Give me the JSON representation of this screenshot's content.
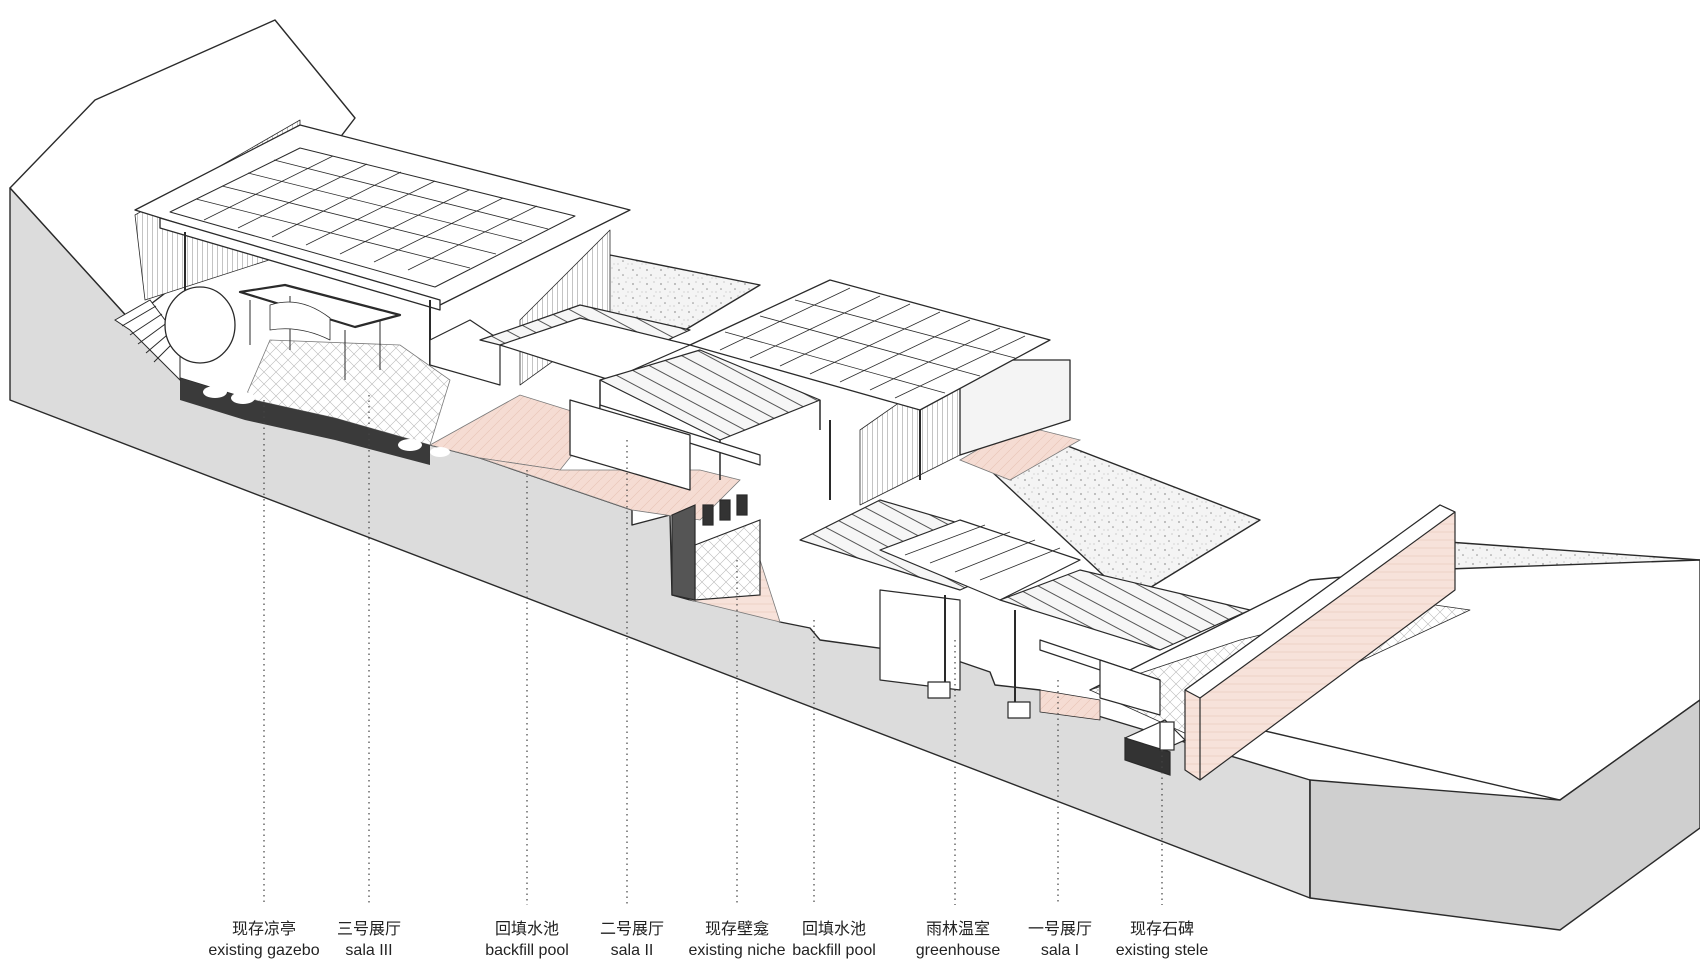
{
  "labels": [
    {
      "zh": "现存凉亭",
      "en": "existing gazebo"
    },
    {
      "zh": "三号展厅",
      "en": "sala III"
    },
    {
      "zh": "回填水池",
      "en": "backfill pool"
    },
    {
      "zh": "二号展厅",
      "en": "sala II"
    },
    {
      "zh": "现存壁龛",
      "en": "existing niche"
    },
    {
      "zh": "回填水池",
      "en": "backfill pool"
    },
    {
      "zh": "雨林温室",
      "en": "greenhouse"
    },
    {
      "zh": "一号展厅",
      "en": "sala I"
    },
    {
      "zh": "现存石碑",
      "en": "existing stele"
    }
  ],
  "colors": {
    "section_fill": "#dcdcdc",
    "section_side": "#c9c9c9",
    "pink_floor": "#f3d9d0",
    "gravel": "#ececec",
    "line": "#2a2a2a"
  }
}
